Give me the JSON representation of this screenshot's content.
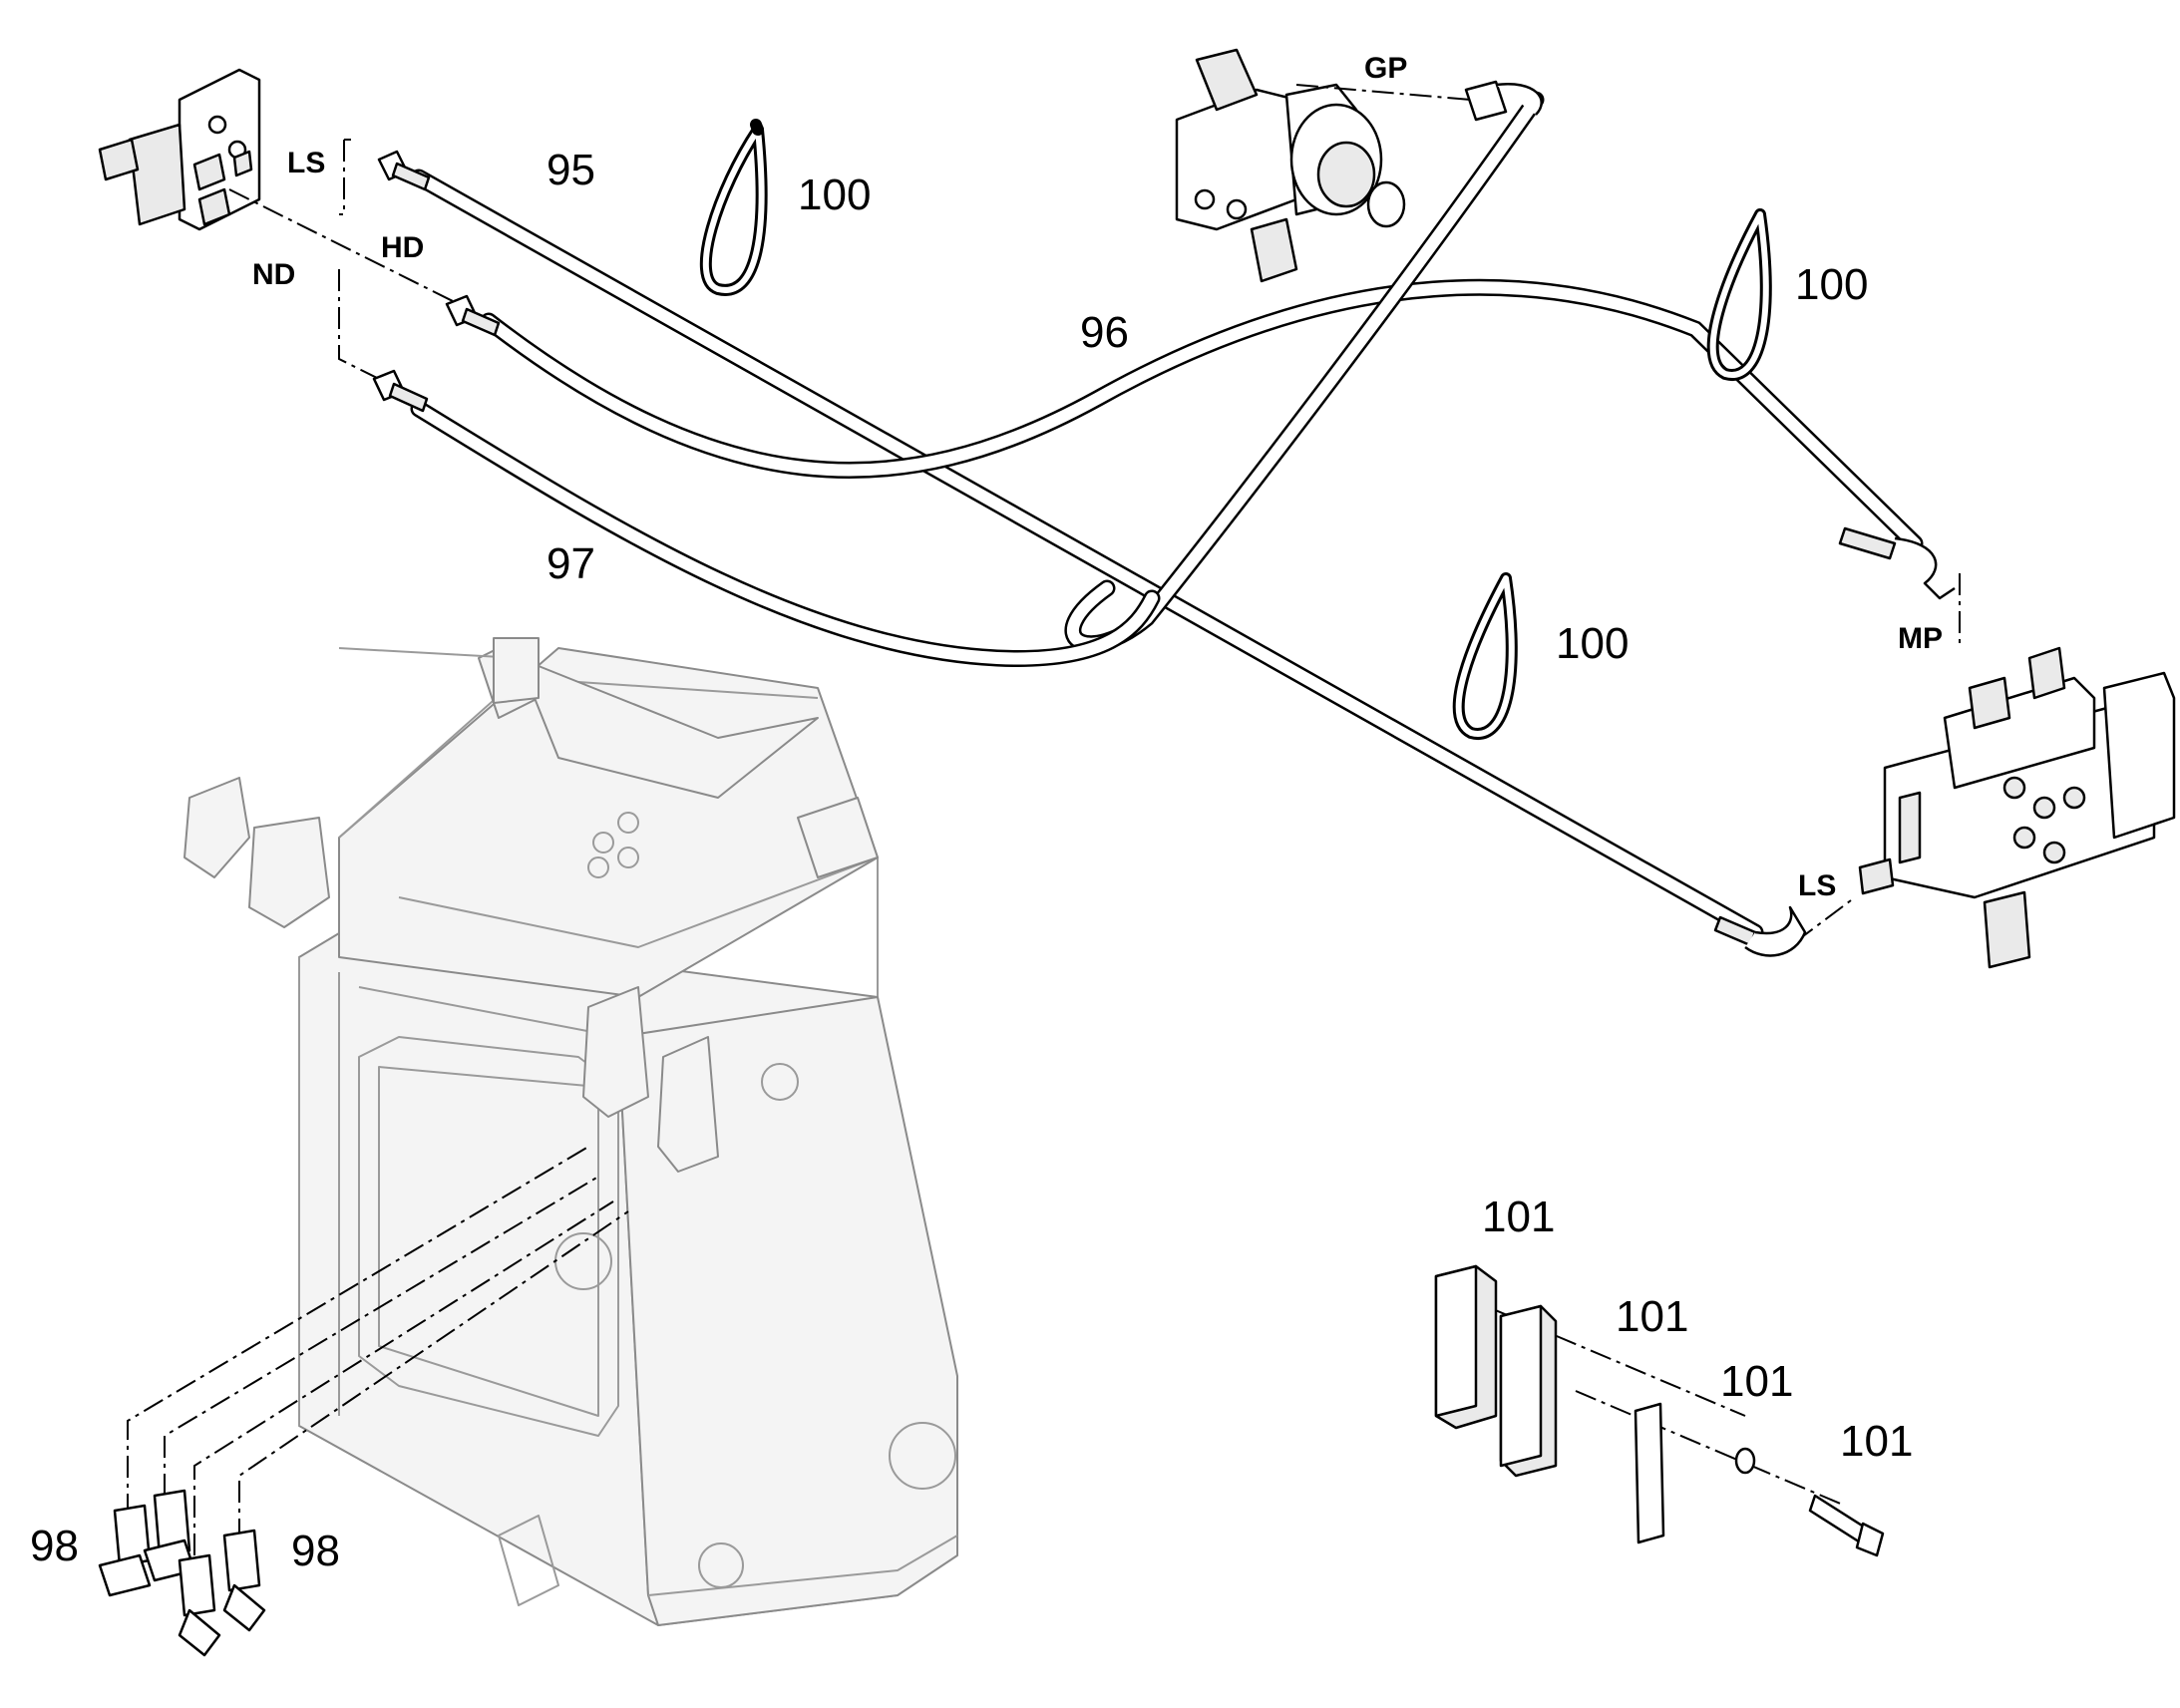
{
  "callouts": {
    "hose_95": "95",
    "hose_96": "96",
    "hose_97": "97",
    "fitting_98_a": "98",
    "fitting_98_b": "98",
    "cable_tie_100_a": "100",
    "cable_tie_100_b": "100",
    "cable_tie_100_c": "100",
    "clamp_101_a": "101",
    "clamp_101_b": "101",
    "clamp_101_c": "101",
    "clamp_101_d": "101"
  },
  "port_labels": {
    "ls_left": "LS",
    "hd": "HD",
    "nd": "ND",
    "gp": "GP",
    "mp": "MP",
    "ls_right": "LS"
  },
  "colors": {
    "line": "#000000",
    "ghost_frame": "#9a9a9a"
  }
}
